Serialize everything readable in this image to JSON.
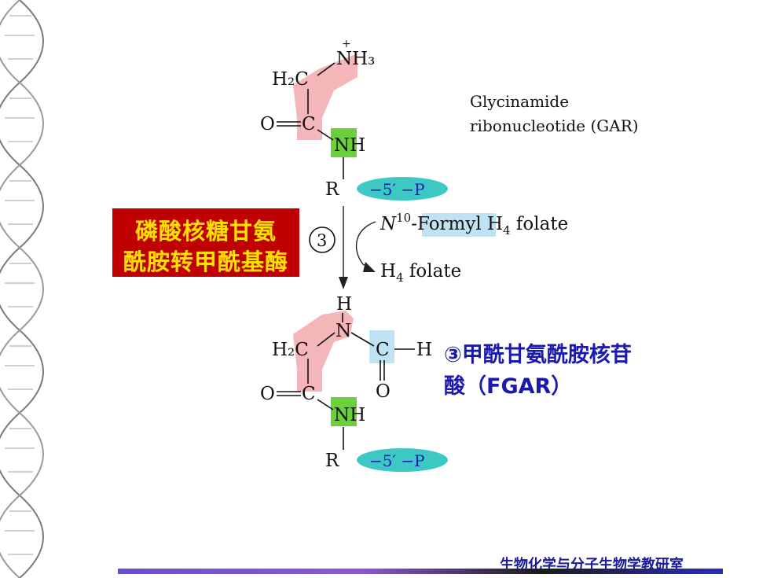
{
  "gar_label": {
    "line1": "Glycinamide",
    "line2": "ribonucleotide (GAR)"
  },
  "enzyme_name": {
    "line1": "磷酸核糖甘氨",
    "line2": "酰胺转甲酰基酶"
  },
  "reaction": {
    "step": "3",
    "cofactor_in": {
      "prefix": "N",
      "sup": "10",
      "name": "-Formyl H",
      "sub": "4",
      "suffix": " folate"
    },
    "cofactor_out": {
      "name": "H",
      "sub": "4",
      "suffix": " folate"
    }
  },
  "phosphate_label": "−5′ −P",
  "fgar_name": {
    "line1": "③甲酰甘氨酰胺核苷",
    "line2": "酸（FGAR）"
  },
  "footer": "生物化学与分子生物学教研室",
  "atoms": {
    "h2c": "H₂C",
    "o": "O",
    "c": "C",
    "nh": "NH",
    "nh3": "NH₃",
    "r": "R",
    "n": "N",
    "h": "H",
    "plus": "+"
  },
  "colors": {
    "pink": "#f4b6b8",
    "green": "#6ccf3c",
    "blue": "#bfe3f2",
    "cyan": "#3ec8c4",
    "red": "#c00000",
    "yellow": "#ffe000",
    "purple_text": "#1a1ab0"
  }
}
